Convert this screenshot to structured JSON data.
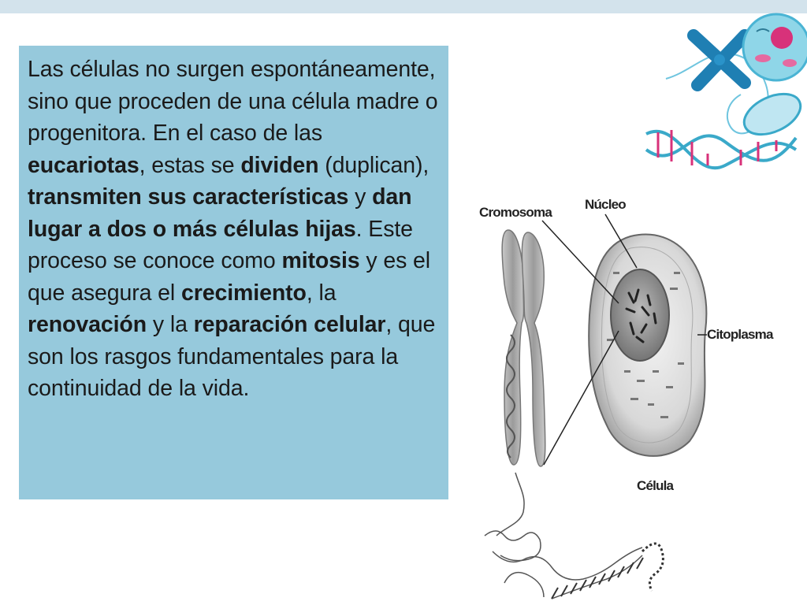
{
  "paragraph": {
    "t1": "Las células no surgen espontáneamente, sino que proceden de una célula madre o progenitora. En el caso de las ",
    "b1": "eucariotas",
    "t2": ", estas se ",
    "b2": "dividen",
    "t3": " (duplican), ",
    "b3": "transmiten sus características",
    "t4": " y ",
    "b4": "dan lugar a dos o más células hijas",
    "t5": ". Este proceso se conoce como ",
    "b5": "mitosis",
    "t6": " y es el que asegura el ",
    "b6": "crecimiento",
    "t7": ", la ",
    "b7": "renovación",
    "t8": " y la ",
    "b8": "reparación celular",
    "t9": ", que son los rasgos fundamentales para la continuidad de la vida."
  },
  "diagram": {
    "labels": {
      "cromosoma": "Cromosoma",
      "nucleo": "Núcleo",
      "citoplasma": "Citoplasma",
      "celula": "Célula"
    }
  },
  "colors": {
    "top_bar": "#d3e3ec",
    "text_box": "#96c9dc",
    "dna_blue": "#3aa9c9",
    "dna_pink": "#d8327a"
  }
}
